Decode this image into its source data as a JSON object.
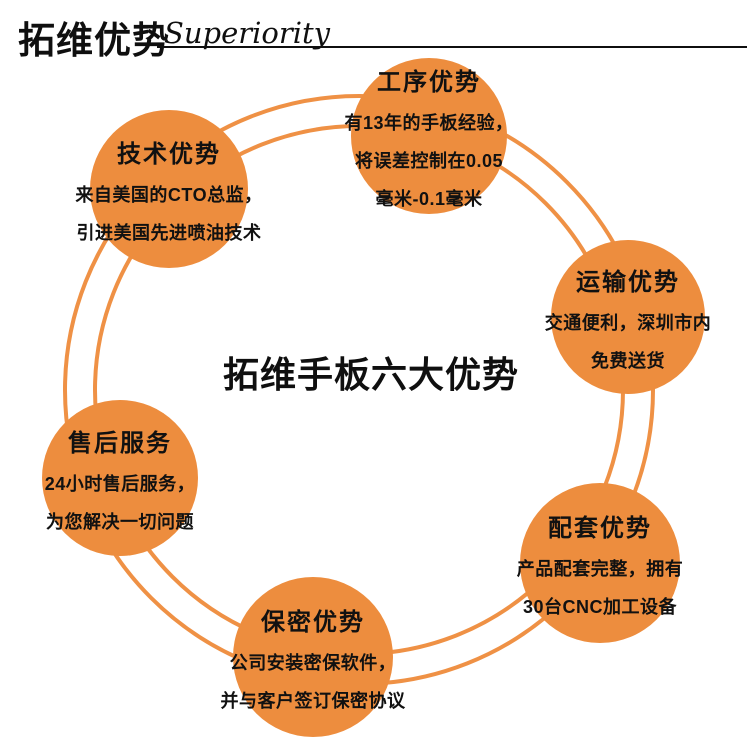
{
  "header": {
    "title_zh": "拓维优势",
    "title_en": "Superiority"
  },
  "center": {
    "headline": "拓维手板六大优势"
  },
  "colors": {
    "bubble_orange": "#ed8d3e",
    "ring_orange": "#ef9145",
    "text_black": "#0f0f0f"
  },
  "bubbles": [
    {
      "id": "process",
      "title": "工序优势",
      "lines": [
        "有13年的手板经验，",
        "将误差控制在0.05",
        "毫米-0.1毫米"
      ]
    },
    {
      "id": "transport",
      "title": "运输优势",
      "lines": [
        "交通便利，深圳市内",
        "免费送货"
      ]
    },
    {
      "id": "support",
      "title": "配套优势",
      "lines": [
        "产品配套完整，拥有",
        "30台CNC加工设备"
      ]
    },
    {
      "id": "secrecy",
      "title": "保密优势",
      "lines": [
        "公司安装密保软件，",
        "并与客户签订保密协议"
      ]
    },
    {
      "id": "aftersale",
      "title": "售后服务",
      "lines": [
        "24小时售后服务，",
        "为您解决一切问题"
      ]
    },
    {
      "id": "tech",
      "title": "技术优势",
      "lines": [
        "来自美国的CTO总监，",
        "引进美国先进喷油技术"
      ]
    }
  ]
}
